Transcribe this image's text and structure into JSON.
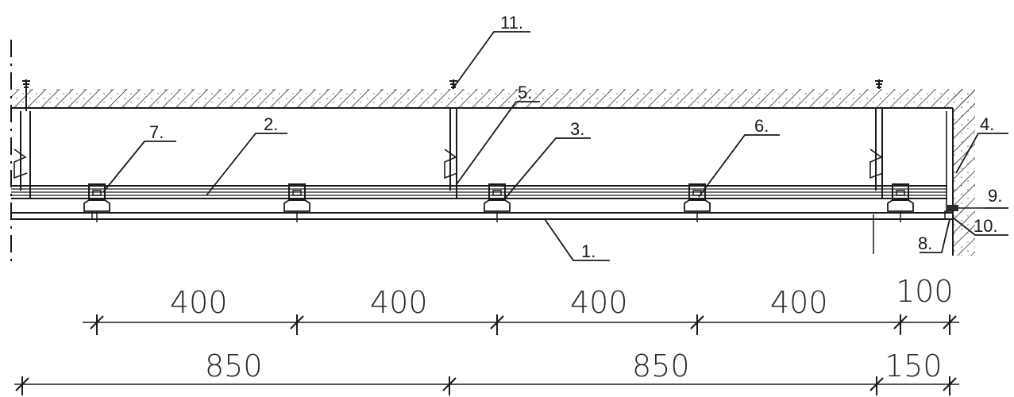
{
  "title": "",
  "callouts": [
    {
      "id": "c1",
      "text": "1."
    },
    {
      "id": "c2",
      "text": "2."
    },
    {
      "id": "c3",
      "text": "3."
    },
    {
      "id": "c4",
      "text": "4."
    },
    {
      "id": "c5",
      "text": "5."
    },
    {
      "id": "c6",
      "text": "6."
    },
    {
      "id": "c7",
      "text": "7."
    },
    {
      "id": "c8",
      "text": "8."
    },
    {
      "id": "c9",
      "text": "9."
    },
    {
      "id": "c10",
      "text": "10."
    },
    {
      "id": "c11",
      "text": "11."
    }
  ],
  "dimensions": {
    "upper_row": [
      "400",
      "400",
      "400",
      "400",
      "100"
    ],
    "lower_row": [
      "850",
      "850",
      "150"
    ]
  }
}
